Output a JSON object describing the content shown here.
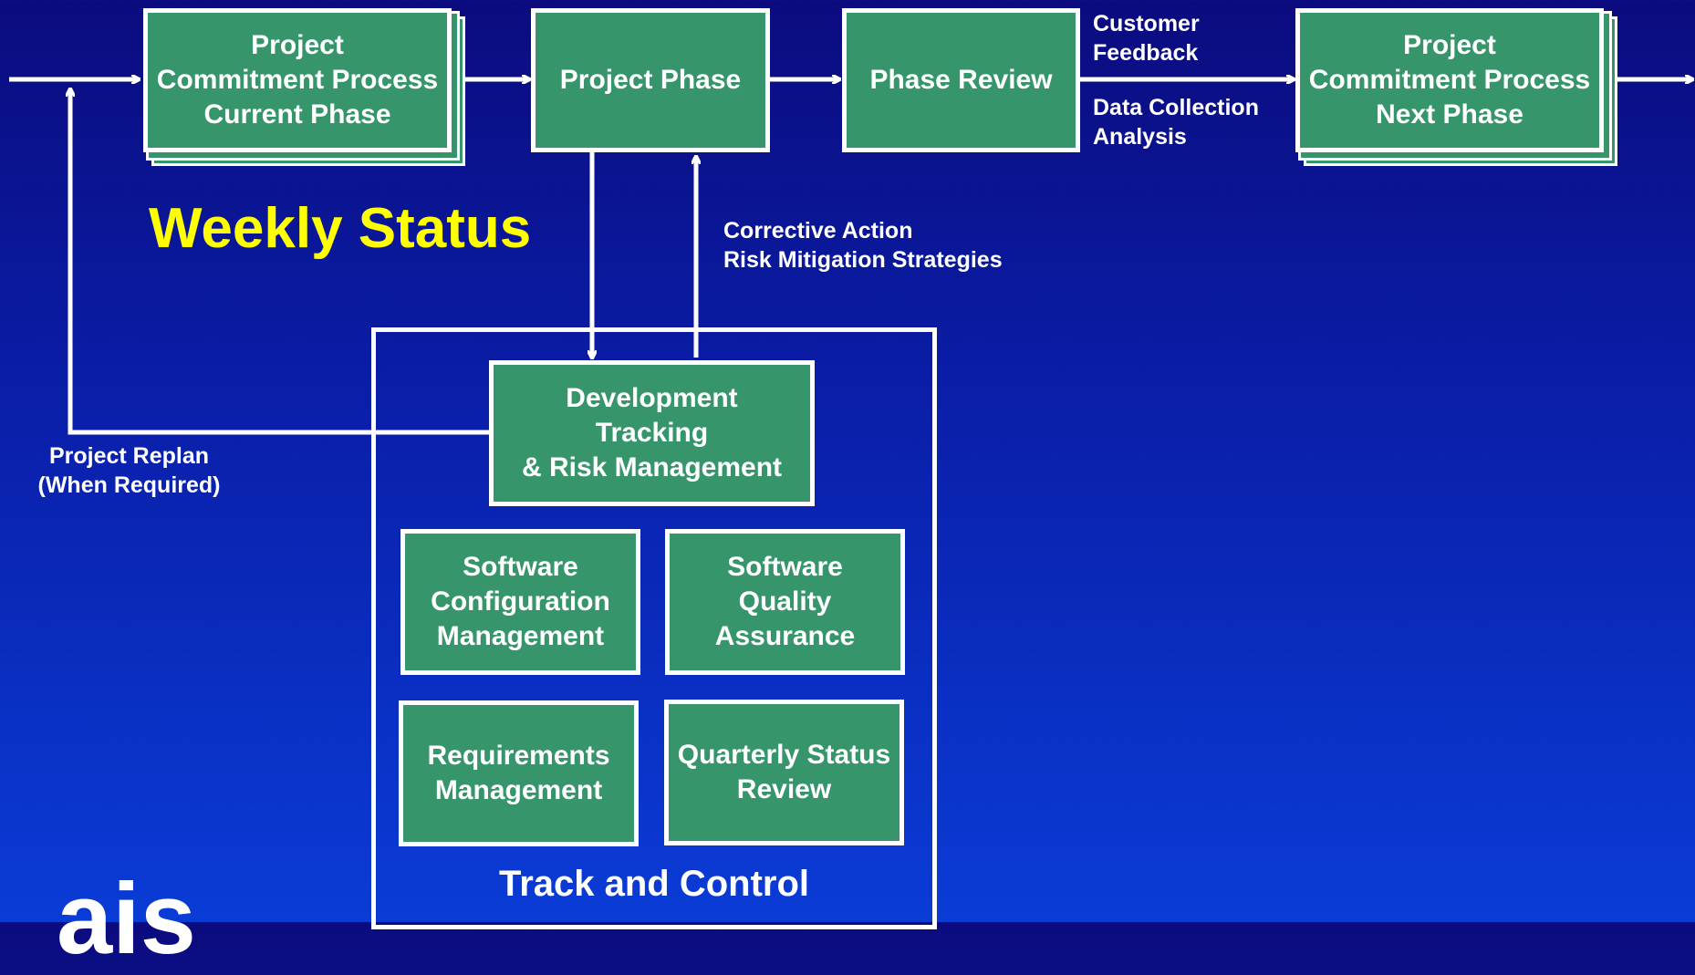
{
  "boxes": {
    "commit_current": "Project\nCommitment Process\nCurrent Phase",
    "project_phase": "Project Phase",
    "phase_review": "Phase Review",
    "commit_next": "Project\nCommitment Process\nNext Phase",
    "dev_tracking": "Development\nTracking\n& Risk Management",
    "scm": "Software\nConfiguration\nManagement",
    "sqa": "Software\nQuality\nAssurance",
    "req_mgmt": "Requirements\nManagement",
    "qsr": "Quarterly Status\nReview"
  },
  "labels": {
    "customer_feedback": "Customer\nFeedback",
    "data_collection": "Data Collection\nAnalysis",
    "corrective_action": "Corrective Action\nRisk Mitigation Strategies",
    "project_replan": "Project Replan\n(When Required)"
  },
  "weekly_status": "Weekly Status",
  "track_and_control": "Track and Control",
  "logo_text": "ais",
  "colors": {
    "box_fill": "#36956a",
    "border": "#ffffff",
    "heading": "#ffff00",
    "background_top": "#0b0b7e",
    "background_bottom": "#0a3cd6"
  }
}
